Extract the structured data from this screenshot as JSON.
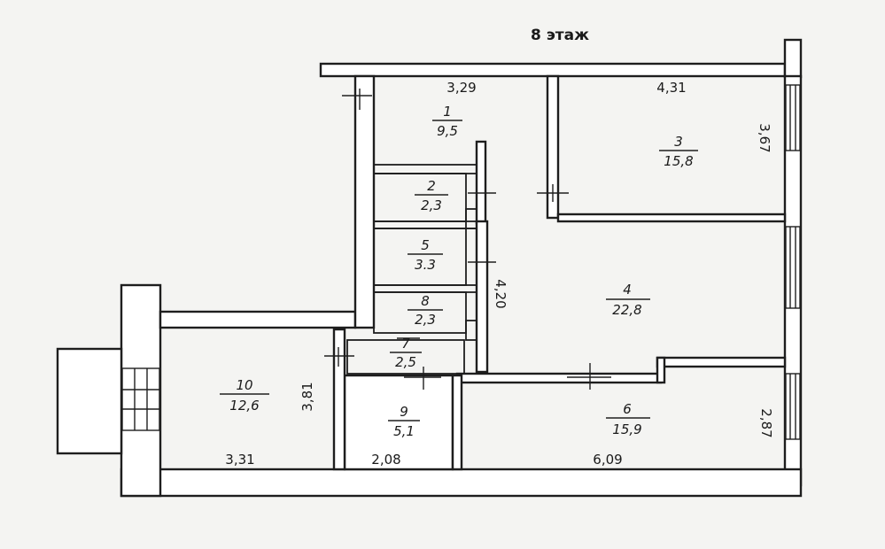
{
  "title": "8 этаж",
  "rooms": [
    {
      "id": "room-1",
      "number": "1",
      "area": "9,5"
    },
    {
      "id": "room-2",
      "number": "2",
      "area": "2,3"
    },
    {
      "id": "room-3",
      "number": "3",
      "area": "15,8"
    },
    {
      "id": "room-4",
      "number": "4",
      "area": "22,8"
    },
    {
      "id": "room-5",
      "number": "5",
      "area": "3.3"
    },
    {
      "id": "room-6",
      "number": "6",
      "area": "15,9"
    },
    {
      "id": "room-7",
      "number": "7",
      "area": "2,5"
    },
    {
      "id": "room-8",
      "number": "8",
      "area": "2,3"
    },
    {
      "id": "room-9",
      "number": "9",
      "area": "5,1"
    },
    {
      "id": "room-10",
      "number": "10",
      "area": "12,6"
    }
  ],
  "dimensions": {
    "top_room1": "3,29",
    "top_room3": "4,31",
    "side_room3": "3,67",
    "corridor": "4,20",
    "side_room10": "3,81",
    "side_room6": "2,87",
    "bottom_room10": "3,31",
    "bottom_room9": "2,08",
    "bottom_room6": "6,09"
  },
  "colors": {
    "line": "#1e1e1e",
    "fill": "#ffffff",
    "background": "#f4f4f2"
  }
}
